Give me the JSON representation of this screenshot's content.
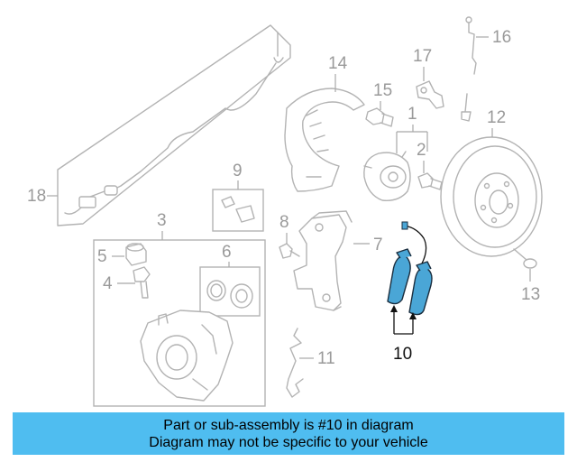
{
  "diagram": {
    "callouts": {
      "c1": "1",
      "c2": "2",
      "c3": "3",
      "c4": "4",
      "c5": "5",
      "c6": "6",
      "c7": "7",
      "c8": "8",
      "c9": "9",
      "c10": "10",
      "c11": "11",
      "c12": "12",
      "c13": "13",
      "c14": "14",
      "c15": "15",
      "c16": "16",
      "c17": "17",
      "c18": "18"
    },
    "highlight_color": "#4aa6d6"
  },
  "banner": {
    "line1": "Part or sub-assembly is #10 in diagram",
    "line2": "Diagram may not be specific to your vehicle",
    "background": "#4fbdf0"
  }
}
